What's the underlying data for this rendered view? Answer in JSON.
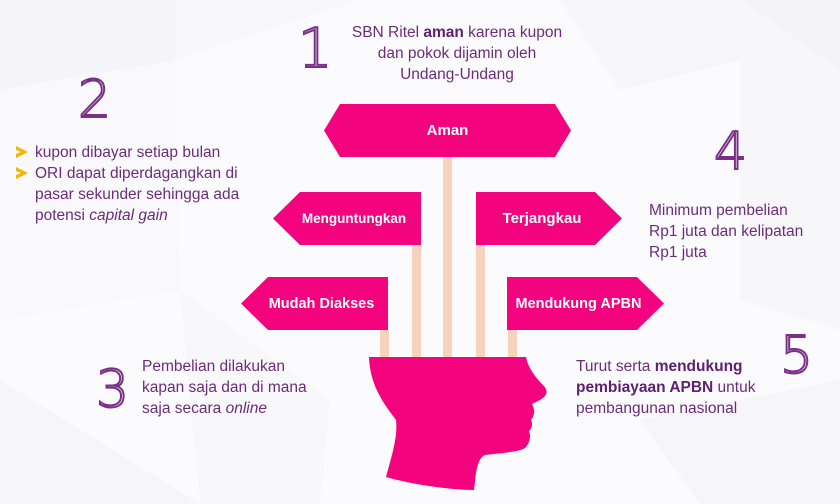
{
  "colors": {
    "sign_fill": "#f4037f",
    "pole": "#f6d2bf",
    "text_purple": "#6b2c7a",
    "number_outline": "#7a2f86",
    "bullet_arrow": "#f2b705"
  },
  "points": [
    {
      "number": "1",
      "text_parts": [
        "SBN Ritel ",
        "aman",
        " karena kupon dan pokok dijamin oleh Undang-Undang"
      ],
      "line1_pre": "SBN Ritel ",
      "line1_bold": "aman",
      "line1_post": " karena kupon",
      "line2": "dan pokok dijamin oleh",
      "line3": "Undang-Undang"
    },
    {
      "number": "2",
      "bullets": [
        {
          "text": "kupon dibayar setiap bulan"
        },
        {
          "text_pre": "ORI dapat diperdagangkan di pasar sekunder sehingga ada potensi ",
          "text_italic": "capital gain"
        }
      ]
    },
    {
      "number": "3",
      "text_pre": "Pembelian dilakukan kapan saja dan di mana saja secara ",
      "text_italic": "online"
    },
    {
      "number": "4",
      "line1": "Minimum pembelian",
      "line2": "Rp1 juta dan kelipatan",
      "line3": "Rp1 juta"
    },
    {
      "number": "5",
      "text_pre": "Turut serta ",
      "text_bold": "mendukung pembiayaan APBN",
      "text_post": " untuk pembangunan nasional"
    }
  ],
  "signs": {
    "aman": "Aman",
    "menguntungkan": "Menguntungkan",
    "terjangkau": "Terjangkau",
    "mudah_diakses": "Mudah Diakses",
    "mendukung_apbn": "Mendukung APBN"
  },
  "icons": {
    "head": "head-silhouette-icon",
    "bullet": "arrowhead-bullet-icon"
  }
}
